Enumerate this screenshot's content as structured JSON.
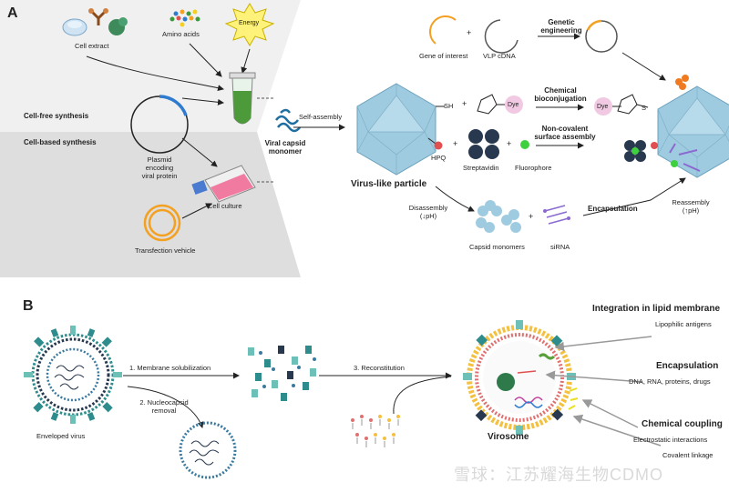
{
  "panel_a": {
    "label": "A",
    "cell_extract": "Cell extract",
    "amino_acids": "Amino acids",
    "energy": "Energy",
    "cell_free": "Cell-free synthesis",
    "cell_based": "Cell-based synthesis",
    "plasmid": [
      "Plasmid",
      "encoding",
      "viral protein"
    ],
    "cell_culture": "Cell culture",
    "transfection": "Transfection vehicle",
    "viral_capsid": [
      "Viral capsid",
      "monomer"
    ],
    "self_assembly": "Self-assembly",
    "vlp": "Virus-like particle",
    "gene_of_interest": "Gene of interest",
    "vlp_cdna": "VLP cDNA",
    "genetic_engineering": [
      "Genetic",
      "engineering"
    ],
    "sh": "SH",
    "dye": "Dye",
    "chemical_bioconjugation": [
      "Chemical",
      "bioconjugation"
    ],
    "s": "S",
    "hpq": "HPQ",
    "streptavidin": "Streptavidin",
    "fluorophore": "Fluorophore",
    "non_covalent": [
      "Non-covalent",
      "surface assembly"
    ],
    "disassembly": [
      "Disassembly",
      "(↓pH)"
    ],
    "capsid_monomers": "Capsid monomers",
    "sirna": "siRNA",
    "encapsulation": "Encapsulation",
    "reassembly": [
      "Reassembly",
      "(↑pH)"
    ],
    "plus": "+"
  },
  "panel_b": {
    "label": "B",
    "enveloped_virus": "Enveloped virus",
    "step1": "1.  Membrane solubilization",
    "step2": [
      "2.  Nucleocapsid",
      "removal"
    ],
    "step3": "3.  Reconstitution",
    "virosome": "Virosome",
    "integration_title": "Integration in lipid membrane",
    "integration_sub": "Lipophilic antigens",
    "encapsulation_title": "Encapsulation",
    "encapsulation_sub": "DNA, RNA, proteins, drugs",
    "coupling_title": "Chemical coupling",
    "coupling_sub1": "Electrostatic interactions",
    "coupling_sub2": "Covalent linkage"
  },
  "watermark": "雪球：江苏耀海生物CDMO",
  "colors": {
    "capsid_blue": "#9fcbe0",
    "teal": "#2e8c8c",
    "dark_navy": "#27384f",
    "pink": "#e8a0c8",
    "orange": "#f4a020",
    "green_tube": "#4c9a3a",
    "grey_band": "#e3e3e3"
  }
}
